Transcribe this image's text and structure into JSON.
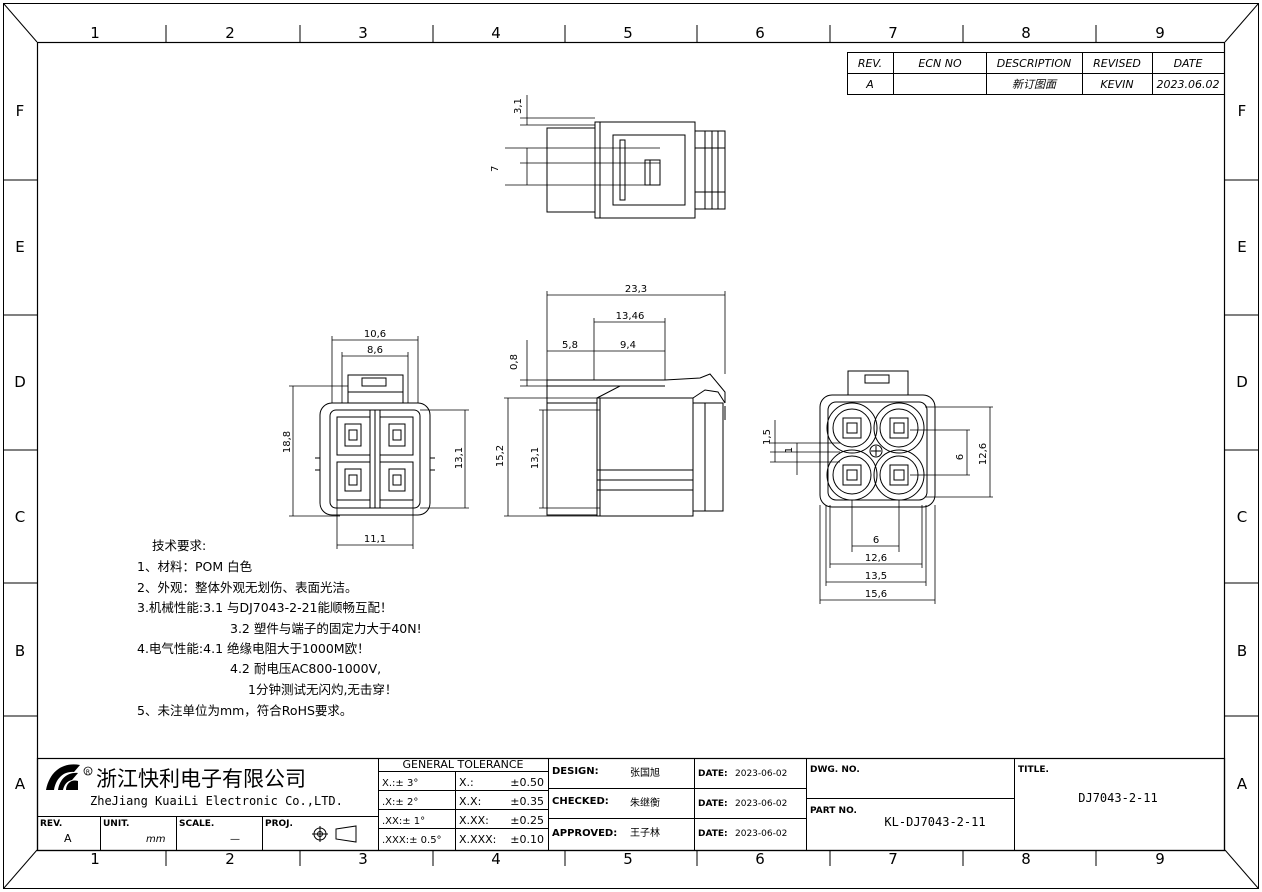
{
  "grid": {
    "cols": [
      "1",
      "2",
      "3",
      "4",
      "5",
      "6",
      "7",
      "8",
      "9"
    ],
    "rows": [
      "F",
      "E",
      "D",
      "C",
      "B",
      "A"
    ]
  },
  "revision": {
    "headers": [
      "REV.",
      "ECN NO",
      "DESCRIPTION",
      "REVISED",
      "DATE"
    ],
    "row": [
      "A",
      "",
      "新订图面",
      "KEVIN",
      "2023.06.02"
    ]
  },
  "dims": {
    "top_a": "3,1",
    "top_b": "7",
    "front_w1": "10,6",
    "front_w2": "8,6",
    "front_h1": "18,8",
    "front_h2": "13,1",
    "front_bottom": "11,1",
    "side_total": "23,3",
    "side_b": "13,46",
    "side_c": "5,8",
    "side_d": "9,4",
    "side_e": "0,8",
    "side_h1": "15,2",
    "side_h2": "13,1",
    "rear_a": "1,5",
    "rear_b": "1",
    "rear_c": "6",
    "rear_d": "12,6",
    "rear_w1": "6",
    "rear_w2": "12,6",
    "rear_w3": "13,5",
    "rear_w4": "15,6"
  },
  "notes": [
    "技术要求:",
    "1、材料：POM   白色",
    "2、外观：整体外观无划伤、表面光洁。",
    "3.机械性能:3.1 与DJ7043-2-21能顺畅互配！",
    "3.2 塑件与端子的固定力大于40N!",
    "4.电气性能:4.1 绝缘电阻大于1000M欧！",
    "4.2 耐电压AC800-1000V,",
    "1分钟测试无闪灼,无击穿！",
    "5、未注单位为mm，符合RoHS要求。"
  ],
  "company": {
    "name_cn": "浙江快利电子有限公司",
    "name_en": "ZheJiang KuaiLi Electronic Co.,LTD."
  },
  "title_block": {
    "rev_label": "REV.",
    "rev_value": "A",
    "unit_label": "UNIT.",
    "unit_value": "mm",
    "scale_label": "SCALE.",
    "scale_value": "—",
    "proj_label": "PROJ.",
    "tolerance_title": "GENERAL  TOLERANCE",
    "tol_left": [
      "X.:± 3°",
      ".X:± 2°",
      ".XX:± 1°",
      ".XXX:± 0.5°"
    ],
    "tol_right_label": [
      "X.:",
      "X.X:",
      "X.XX:",
      "X.XXX:"
    ],
    "tol_right_value": [
      "±0.50",
      "±0.35",
      "±0.25",
      "±0.10"
    ],
    "design_label": "DESIGN:",
    "design_name": "张国旭",
    "checked_label": "CHECKED:",
    "checked_name": "朱继衡",
    "approved_label": "APPROVED:",
    "approved_name": "王子林",
    "date_label": "DATE:",
    "date_value": "2023-06-02",
    "dwg_label": "DWG. NO.",
    "part_label": "PART NO.",
    "part_value": "KL-DJ7043-2-11",
    "title_label": "TITLE.",
    "title_value": "DJ7043-2-11"
  }
}
